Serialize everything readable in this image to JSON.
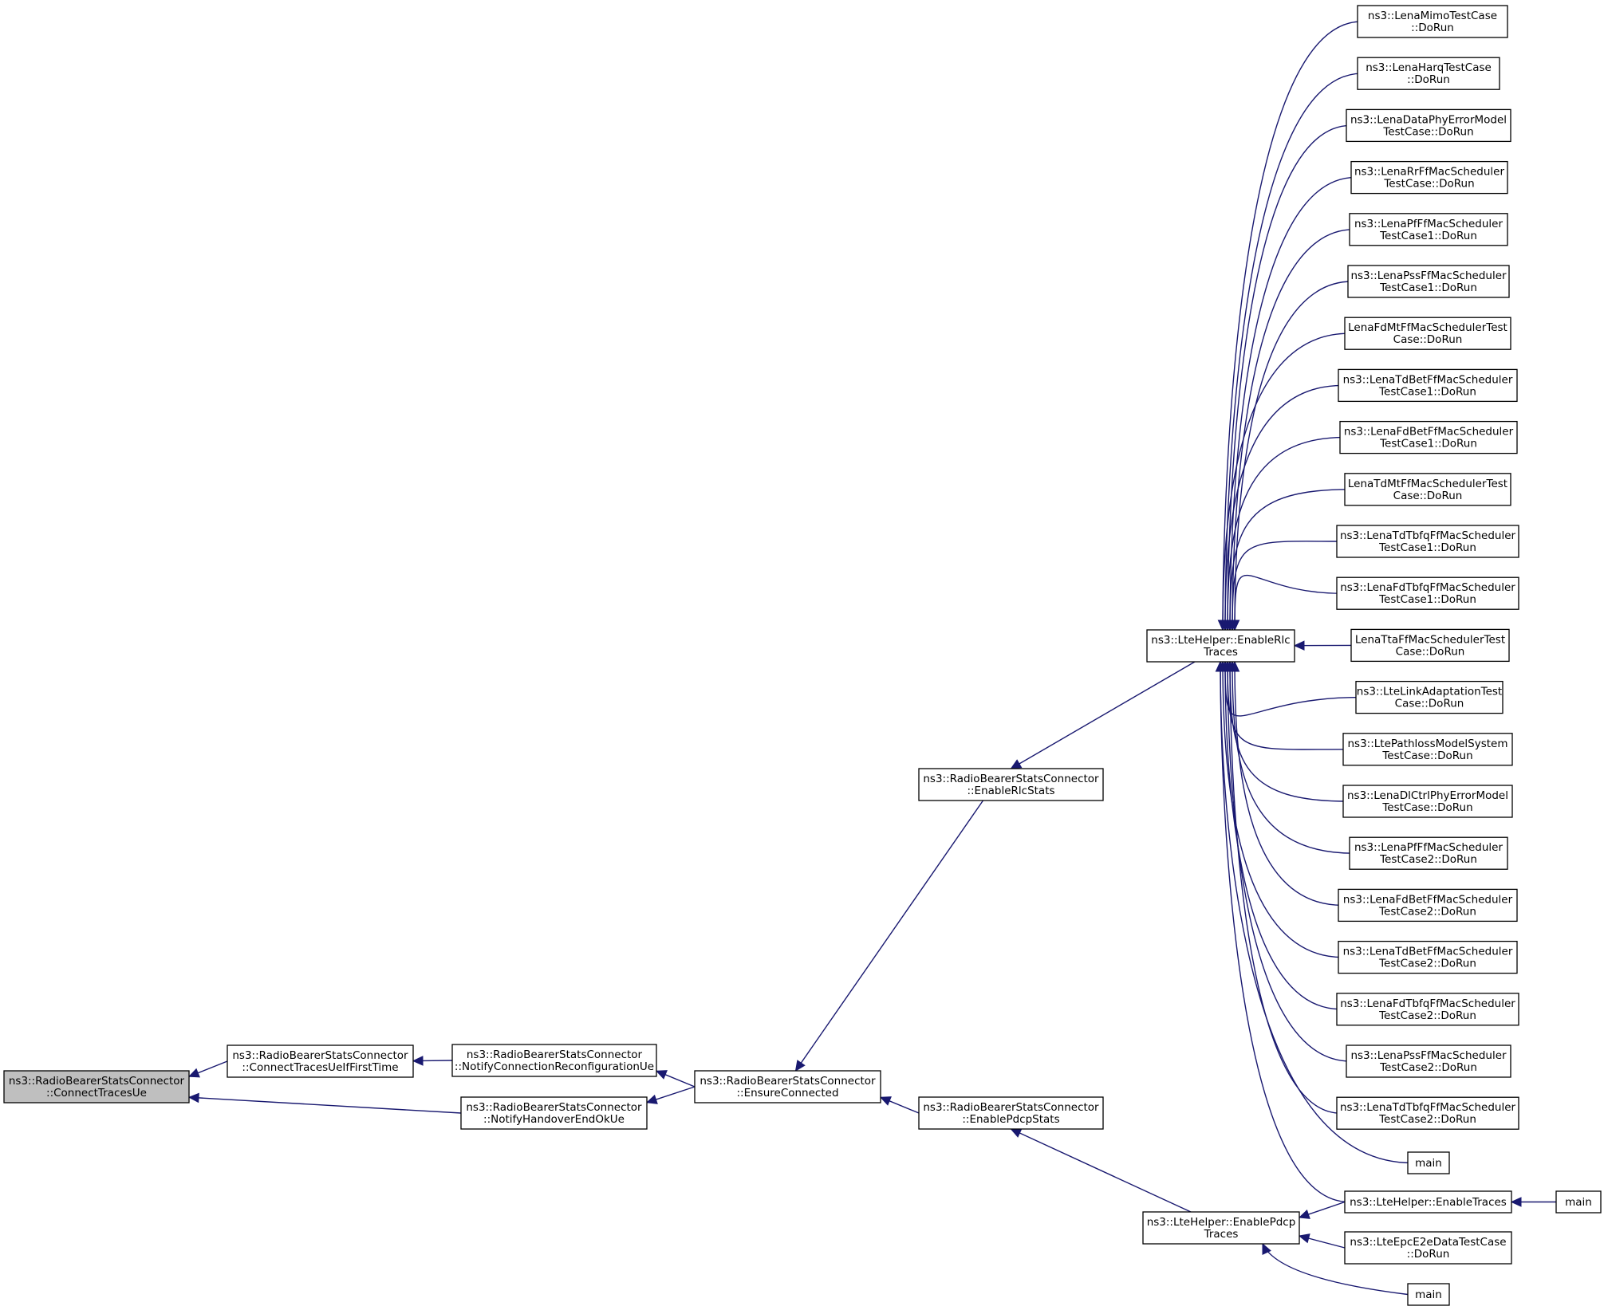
{
  "diagram": {
    "nodes": [
      {
        "id": "root",
        "lines": [
          "ns3::RadioBearerStatsConnector",
          "::ConnectTracesUe"
        ],
        "highlight": true
      },
      {
        "id": "ctuift",
        "lines": [
          "ns3::RadioBearerStatsConnector",
          "::ConnectTracesUeIfFirstTime"
        ]
      },
      {
        "id": "ncru",
        "lines": [
          "ns3::RadioBearerStatsConnector",
          "::NotifyConnectionReconfigurationUe"
        ]
      },
      {
        "id": "nheou",
        "lines": [
          "ns3::RadioBearerStatsConnector",
          "::NotifyHandoverEndOkUe"
        ]
      },
      {
        "id": "ec",
        "lines": [
          "ns3::RadioBearerStatsConnector",
          "::EnsureConnected"
        ]
      },
      {
        "id": "ers",
        "lines": [
          "ns3::RadioBearerStatsConnector",
          "::EnableRlcStats"
        ]
      },
      {
        "id": "eps",
        "lines": [
          "ns3::RadioBearerStatsConnector",
          "::EnablePdcpStats"
        ]
      },
      {
        "id": "ert",
        "lines": [
          "ns3::LteHelper::EnableRlc",
          "Traces"
        ]
      },
      {
        "id": "ept",
        "lines": [
          "ns3::LteHelper::EnablePdcp",
          "Traces"
        ]
      },
      {
        "id": "r1",
        "lines": [
          "ns3::LenaMimoTestCase",
          "::DoRun"
        ]
      },
      {
        "id": "r2",
        "lines": [
          "ns3::LenaHarqTestCase",
          "::DoRun"
        ]
      },
      {
        "id": "r3",
        "lines": [
          "ns3::LenaDataPhyErrorModel",
          "TestCase::DoRun"
        ]
      },
      {
        "id": "r4",
        "lines": [
          "ns3::LenaRrFfMacScheduler",
          "TestCase::DoRun"
        ]
      },
      {
        "id": "r5",
        "lines": [
          "ns3::LenaPfFfMacScheduler",
          "TestCase1::DoRun"
        ]
      },
      {
        "id": "r6",
        "lines": [
          "ns3::LenaPssFfMacScheduler",
          "TestCase1::DoRun"
        ]
      },
      {
        "id": "r7",
        "lines": [
          "LenaFdMtFfMacSchedulerTest",
          "Case::DoRun"
        ]
      },
      {
        "id": "r8",
        "lines": [
          "ns3::LenaTdBetFfMacScheduler",
          "TestCase1::DoRun"
        ]
      },
      {
        "id": "r9",
        "lines": [
          "ns3::LenaFdBetFfMacScheduler",
          "TestCase1::DoRun"
        ]
      },
      {
        "id": "r10",
        "lines": [
          "LenaTdMtFfMacSchedulerTest",
          "Case::DoRun"
        ]
      },
      {
        "id": "r11",
        "lines": [
          "ns3::LenaTdTbfqFfMacScheduler",
          "TestCase1::DoRun"
        ]
      },
      {
        "id": "r12",
        "lines": [
          "ns3::LenaFdTbfqFfMacScheduler",
          "TestCase1::DoRun"
        ]
      },
      {
        "id": "r13",
        "lines": [
          "LenaTtaFfMacSchedulerTest",
          "Case::DoRun"
        ]
      },
      {
        "id": "r14",
        "lines": [
          "ns3::LteLinkAdaptationTest",
          "Case::DoRun"
        ]
      },
      {
        "id": "r15",
        "lines": [
          "ns3::LtePathlossModelSystem",
          "TestCase::DoRun"
        ]
      },
      {
        "id": "r16",
        "lines": [
          "ns3::LenaDlCtrlPhyErrorModel",
          "TestCase::DoRun"
        ]
      },
      {
        "id": "r17",
        "lines": [
          "ns3::LenaPfFfMacScheduler",
          "TestCase2::DoRun"
        ]
      },
      {
        "id": "r18",
        "lines": [
          "ns3::LenaFdBetFfMacScheduler",
          "TestCase2::DoRun"
        ]
      },
      {
        "id": "r19",
        "lines": [
          "ns3::LenaTdBetFfMacScheduler",
          "TestCase2::DoRun"
        ]
      },
      {
        "id": "r20",
        "lines": [
          "ns3::LenaFdTbfqFfMacScheduler",
          "TestCase2::DoRun"
        ]
      },
      {
        "id": "r21",
        "lines": [
          "ns3::LenaPssFfMacScheduler",
          "TestCase2::DoRun"
        ]
      },
      {
        "id": "r22",
        "lines": [
          "ns3::LenaTdTbfqFfMacScheduler",
          "TestCase2::DoRun"
        ]
      },
      {
        "id": "rmain1",
        "lines": [
          "main"
        ]
      },
      {
        "id": "et",
        "lines": [
          "ns3::LteHelper::EnableTraces"
        ]
      },
      {
        "id": "mainEt",
        "lines": [
          "main"
        ]
      },
      {
        "id": "epc",
        "lines": [
          "ns3::LteEpcE2eDataTestCase",
          "::DoRun"
        ]
      },
      {
        "id": "mainPdcp",
        "lines": [
          "main"
        ]
      }
    ],
    "edges": [
      {
        "from": "ctuift",
        "to": "root"
      },
      {
        "from": "nheou",
        "to": "root"
      },
      {
        "from": "ncru",
        "to": "ctuift"
      },
      {
        "from": "ec",
        "to": "ncru"
      },
      {
        "from": "ec",
        "to": "nheou"
      },
      {
        "from": "ers",
        "to": "ec"
      },
      {
        "from": "eps",
        "to": "ec"
      },
      {
        "from": "ert",
        "to": "ers"
      },
      {
        "from": "ept",
        "to": "eps"
      },
      {
        "from": "r1",
        "to": "ert"
      },
      {
        "from": "r2",
        "to": "ert"
      },
      {
        "from": "r3",
        "to": "ert"
      },
      {
        "from": "r4",
        "to": "ert"
      },
      {
        "from": "r5",
        "to": "ert"
      },
      {
        "from": "r6",
        "to": "ert"
      },
      {
        "from": "r7",
        "to": "ert"
      },
      {
        "from": "r8",
        "to": "ert"
      },
      {
        "from": "r9",
        "to": "ert"
      },
      {
        "from": "r10",
        "to": "ert"
      },
      {
        "from": "r11",
        "to": "ert"
      },
      {
        "from": "r12",
        "to": "ert"
      },
      {
        "from": "r13",
        "to": "ert"
      },
      {
        "from": "r14",
        "to": "ert"
      },
      {
        "from": "r15",
        "to": "ert"
      },
      {
        "from": "r16",
        "to": "ert"
      },
      {
        "from": "r17",
        "to": "ert"
      },
      {
        "from": "r18",
        "to": "ert"
      },
      {
        "from": "r19",
        "to": "ert"
      },
      {
        "from": "r20",
        "to": "ert"
      },
      {
        "from": "r21",
        "to": "ert"
      },
      {
        "from": "r22",
        "to": "ert"
      },
      {
        "from": "rmain1",
        "to": "ert"
      },
      {
        "from": "et",
        "to": "ert"
      },
      {
        "from": "et",
        "to": "ept"
      },
      {
        "from": "epc",
        "to": "ept"
      },
      {
        "from": "mainPdcp",
        "to": "ept"
      },
      {
        "from": "mainEt",
        "to": "et"
      }
    ],
    "colors": {
      "edge": "#191970",
      "root_fill": "#bfbfbf",
      "node_fill": "#ffffff",
      "border": "#000000"
    }
  }
}
